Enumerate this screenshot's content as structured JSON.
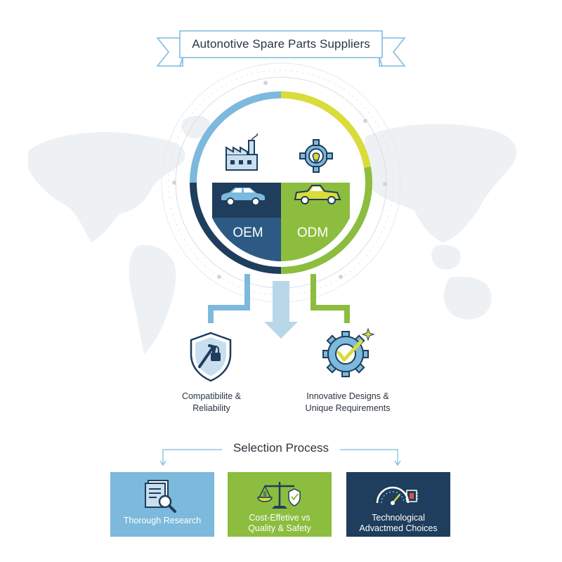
{
  "title": "Autonotive Spare Parts Suppliers",
  "quadrants": {
    "oem": "OEM",
    "odm": "ODM"
  },
  "features": [
    {
      "label": "Compatibilite &\nReliability",
      "icon": "shield-wrench-lock-icon"
    },
    {
      "label": "Innovative Designs &\nUnique Requirements",
      "icon": "gear-checkmark-icon"
    }
  ],
  "selection": {
    "title": "Selection Process",
    "cards": [
      {
        "label": "Thorough Research",
        "icon": "document-magnifier-icon",
        "color": "#7cb9dc"
      },
      {
        "label": "Cost-Effetive vs\nQuality & Safety",
        "icon": "balance-scale-icon",
        "color": "#8cbd3f"
      },
      {
        "label": "Technological\nAdvactmed Choices",
        "icon": "speedometer-chip-icon",
        "color": "#1f3d5c"
      }
    ]
  },
  "colors": {
    "light_blue": "#7cb9dc",
    "green": "#8cbd3f",
    "yellow": "#d9dc3a",
    "navy": "#1f3d5c",
    "dark_slate": "#2b3540"
  }
}
